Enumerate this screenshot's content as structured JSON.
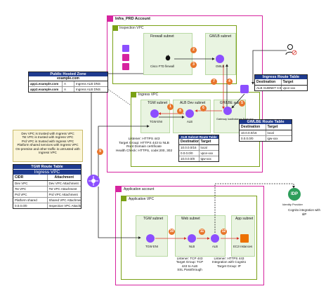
{
  "accounts": {
    "infra": "Infra_PRD Account",
    "inspection_vpc": "Inspection VPC",
    "ingress_vpc": "Ingress VPC",
    "application_account": "Application account",
    "application_vpc": "Application VPC"
  },
  "subnets": {
    "firewall": "Firewall subnet",
    "gwlb": "GWLB subnet",
    "tgw_ingress": "TGW subnet",
    "alb_dev": "ALB Dev subnet",
    "gwlbe_ingress": "GWLBE subnet",
    "tgw_app": "TGW subnet",
    "web": "Web subnet",
    "app": "App subnet"
  },
  "components": {
    "firewall": "Cisco FTD firewall",
    "gwlb": "GWLB",
    "tgw_eni_ingress": "TGW ENI",
    "alb_ingress": "ALB",
    "gwlb_endpoint": "Gateway loadbalance Endpoint",
    "tgw_eni_app": "TGW ENI",
    "nlb": "NLB",
    "alb_app": "ALB",
    "ec2": "EC2 Instances",
    "idp": "IDP",
    "idp_caption": "Identity Provider",
    "cognito_note": "Cognito integration with IdP"
  },
  "hosted_zone": {
    "title": "Public Hosted Zone",
    "domain": "example.com",
    "records": [
      {
        "name": "app1.example.com",
        "type": "A",
        "target": "Ingress ALB DNS"
      },
      {
        "name": "app2.example.com",
        "type": "A",
        "target": "Ingress ALB DNS"
      }
    ]
  },
  "ingress_route_table": {
    "title": "Ingress Route Table",
    "headers": [
      "Destination",
      "Target"
    ],
    "rows": [
      [
        "ALB SUBNET CIDR",
        "vpce-xxx"
      ]
    ]
  },
  "alb_route_table": {
    "title": "ALB Subnet Route Table",
    "headers": [
      "Destination",
      "Target"
    ],
    "rows": [
      [
        "10.0.0.0/16",
        "local"
      ],
      [
        "0.0.0.0/0",
        "vpce-xxx"
      ],
      [
        "10.0.0.0/8",
        "tgw-xxx"
      ]
    ]
  },
  "gwlbe_route_table": {
    "title": "GWLBE Route Table",
    "headers": [
      "Destination",
      "Target"
    ],
    "rows": [
      [
        "10.0.0.0/16",
        "local"
      ],
      [
        "0.0.0.0/0",
        "igw-xxx"
      ]
    ]
  },
  "tgw_route_table": {
    "title": "TGW Route Table",
    "subtitle": "Ingress VPC",
    "headers": [
      "CIDR",
      "Attachment"
    ],
    "rows": [
      [
        "Dev VPC",
        "Dev VPC Attachment"
      ],
      [
        "Tst VPC",
        "Tst VPC Attachment"
      ],
      [
        "Prd VPC",
        "Prd VPC Attachment"
      ],
      [
        "Platform shared",
        "Shared VPC Attachment"
      ],
      [
        "0.0.0.0/0",
        "Inspection VPC Attachment"
      ]
    ]
  },
  "notes": {
    "listener_ingress": [
      "Listener: HTTPS 443",
      "Target Group: HTTPS 443 to NLB",
      "Root Domain certificate",
      "Health Check: HTTPS, code:200, 302"
    ],
    "trust": [
      "Dev VPC is trusted with Ingress VPC",
      "Tst VPC is trusted with Ingress VPC",
      "Prd VPC is trusted with Ingress VPC",
      "Platform shared services with Ingress VPC",
      "On-premise and other traffic is untrusted with Ingress VPC"
    ],
    "nlb": [
      "Listener: TCP 443",
      "Target Group: TCP 443 to ALB",
      "SSL Passthrough"
    ],
    "alb_app": [
      "Listener: HTTPS 443",
      "Integration with Cognito",
      "Target Group: IP"
    ]
  },
  "badges": [
    "1",
    "2",
    "3",
    "4",
    "5",
    "6",
    "7",
    "8",
    "9",
    "10",
    "11",
    "12"
  ],
  "colors": {
    "account_border": "#d6249f",
    "vpc_border": "#7aa116",
    "subnet_fill": "#e9f4e1",
    "table_header": "#1f3b8f",
    "badge": "#e8752b",
    "flow_red": "#d9332b",
    "flow_dark": "#222222",
    "alb_icon": "#8c4fff",
    "ec2_icon": "#ed7100",
    "idp_icon": "#2e9e5b"
  }
}
